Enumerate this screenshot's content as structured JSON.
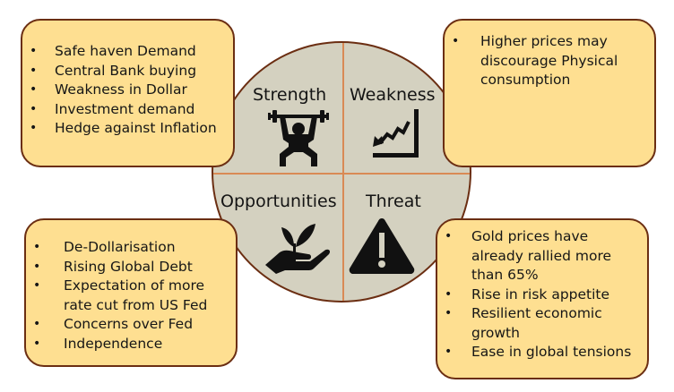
{
  "quadrants": {
    "strength": {
      "title": "Strength",
      "icon": "weightlifter-icon"
    },
    "weakness": {
      "title": "Weakness",
      "icon": "declining-chart-icon"
    },
    "opportunities": {
      "title": "Opportunities",
      "icon": "hand-with-plant-icon"
    },
    "threat": {
      "title": "Threat",
      "icon": "warning-triangle-icon"
    }
  },
  "boxes": {
    "strength": {
      "items": [
        "Safe haven Demand",
        "Central Bank buying",
        "Weakness in Dollar",
        "Investment demand",
        "Hedge against Inflation"
      ]
    },
    "weakness": {
      "items": [
        "Higher prices may discourage Physical consumption"
      ]
    },
    "opportunities": {
      "items": [
        "De-Dollarisation",
        "Rising Global Debt",
        "Expectation of more rate cut from US Fed",
        "Concerns over Fed",
        "Independence"
      ]
    },
    "threat": {
      "items": [
        "Gold prices have already rallied more than 65%",
        "Rise in risk appetite",
        "Resilient economic growth",
        "Ease in global tensions"
      ]
    }
  },
  "colors": {
    "box_fill": "#fedf91",
    "box_border": "#6b2e12",
    "circle_fill": "#d4d1c0",
    "divider": "#d98a55"
  }
}
